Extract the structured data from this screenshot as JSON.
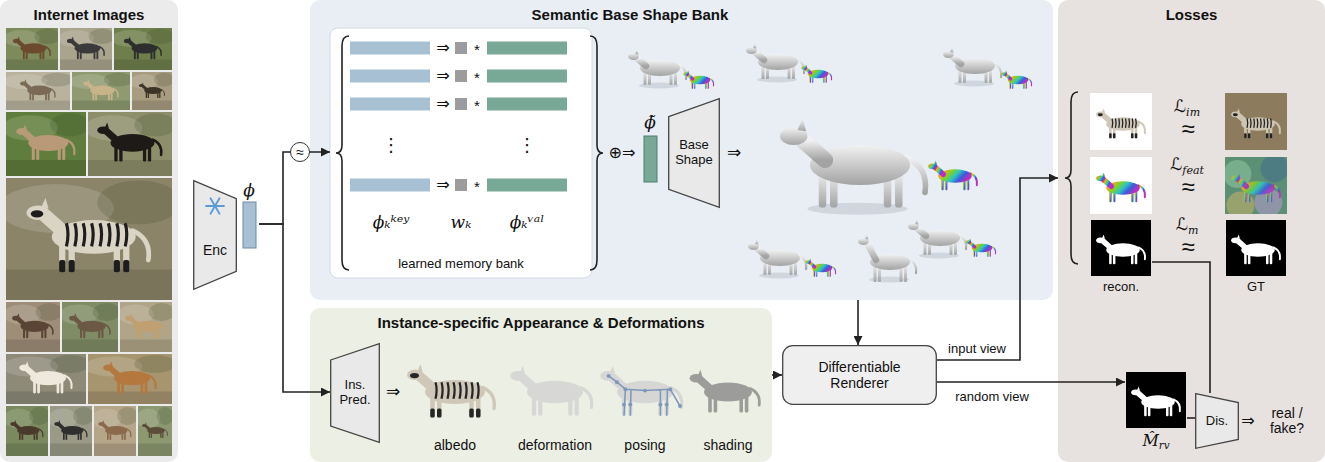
{
  "diagram": {
    "nodes": [
      {
        "text": [
          "Internet Images"
        ]
      },
      {
        "text": [
          "Enc"
        ]
      },
      {
        "text": [
          "ϕ"
        ]
      },
      {
        "text": [
          "Semantic Base Shape Bank"
        ]
      },
      {
        "text": [
          "learned memory bank"
        ],
        "in": 3
      },
      {
        "text": [
          "ϕ̃"
        ],
        "in": 3
      },
      {
        "text": [
          "Base Shape"
        ],
        "in": 3
      },
      {
        "text": [
          "Instance-specific Appearance & Deformations"
        ]
      },
      {
        "text": [
          "Ins. Pred."
        ],
        "in": 7
      },
      {
        "text": [
          "Differentiable Renderer"
        ]
      },
      {
        "text": [
          "Losses"
        ]
      },
      {
        "text": [
          "recon."
        ],
        "in": 10
      },
      {
        "text": [
          "GT"
        ],
        "in": 10
      },
      {
        "text": [
          "M̂rv"
        ],
        "in": 10
      },
      {
        "text": [
          "Dis."
        ],
        "in": 10
      }
    ],
    "edges": [
      {
        "from": 2,
        "to": 4,
        "label": "≈",
        "arrow": "to"
      },
      {
        "from": 2,
        "to": 8,
        "arrow": "to"
      },
      {
        "from": 3,
        "to": 9,
        "arrow": "to"
      },
      {
        "from": 7,
        "to": 9,
        "arrow": "to"
      },
      {
        "from": 9,
        "to": 10,
        "label": "input view",
        "arrow": "to"
      },
      {
        "from": 9,
        "to": 13,
        "label": "random view",
        "arrow": "to"
      },
      {
        "from": 11,
        "to": 14,
        "arrow": "none"
      },
      {
        "from": 13,
        "to": 14,
        "arrow": "none"
      }
    ],
    "labels": [
      "⇒",
      "*",
      "⇒",
      "*",
      "⇒",
      "*",
      "⋮",
      "⋮",
      "⇒",
      "*",
      "ϕₖᵏᵉʸ",
      "wₖ",
      "ϕₖᵛᵃˡ",
      "⊕⇒",
      "⇒",
      "⇒",
      "albedo",
      "deformation",
      "posing",
      "shading",
      "ℒim",
      "≈",
      "ℒfeat",
      "≈",
      "ℒm",
      "≈",
      "⇒",
      "real / fake?"
    ]
  }
}
